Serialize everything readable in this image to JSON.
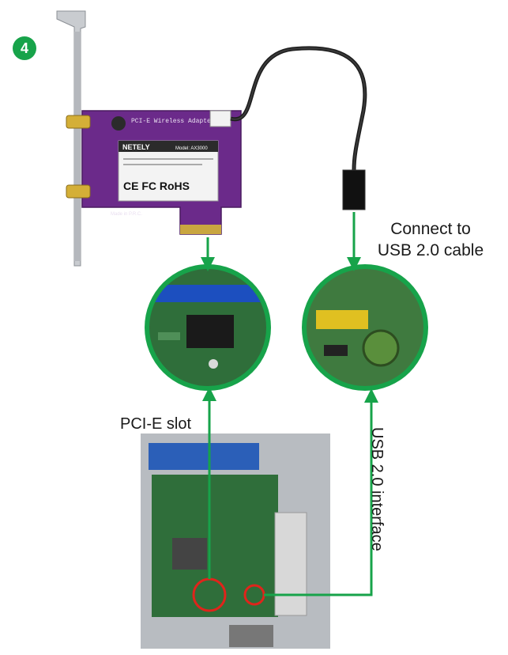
{
  "step_number": "4",
  "card": {
    "title_print": "PCI-E Wireless Adapter",
    "brand": "NETELY",
    "model": "Model: AX3000",
    "cert_marks": "CE FC RoHS",
    "origin_print": "Made in P.R.C."
  },
  "labels": {
    "connect_line1": "Connect to",
    "connect_line2": "USB 2.0 cable",
    "pcie_slot": "PCI-E slot",
    "usb_interface": "USB 2.0 interface"
  },
  "colors": {
    "arrow_green": "#17a34a",
    "pcb_purple": "#6b2a8a",
    "motherboard_green": "#2f6e3a",
    "highlight_red": "#e0241b"
  }
}
